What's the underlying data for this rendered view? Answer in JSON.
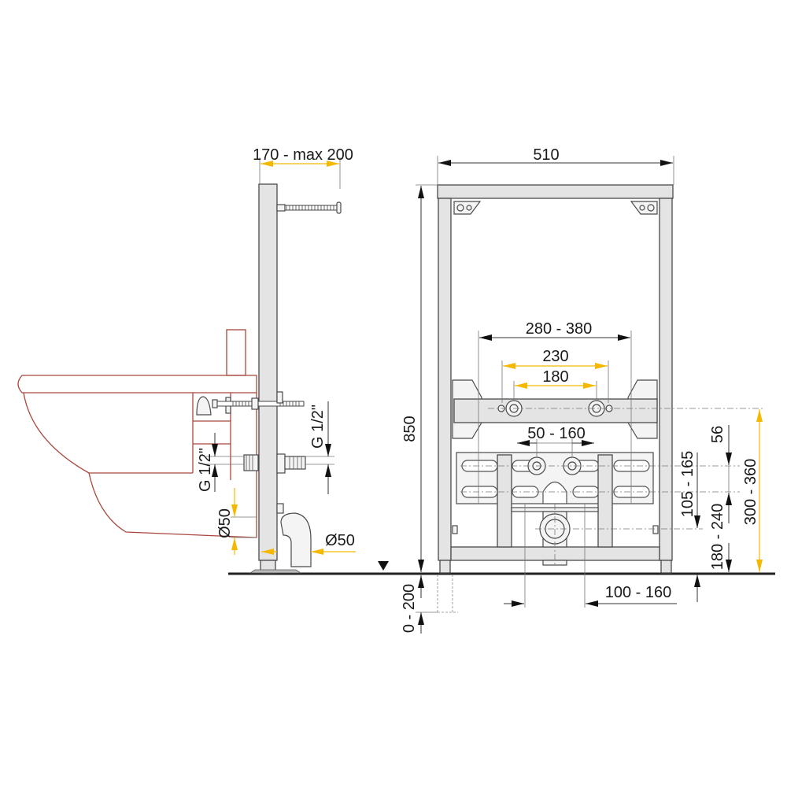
{
  "colors": {
    "accent_dimension": "#f5b800",
    "fixture_outline": "#a8473c",
    "frame_fill": "#e4e4e4"
  },
  "side_view": {
    "wall_distance": "170 - max 200",
    "supply_thread_left": "G 1/2\"",
    "supply_thread_right": "G 1/2\"",
    "drain_left": "Ø50",
    "drain_right": "Ø50"
  },
  "front_view": {
    "frame_width": "510",
    "frame_height": "850",
    "bolt_spacing_range": "280 - 380",
    "bolt_spacing_outer": "230",
    "bolt_spacing_inner": "180",
    "supply_spacing": "50 - 160",
    "supply_offset": "56",
    "drain_to_supply": "105 - 165",
    "drain_height": "180 - 240",
    "bolt_height": "300 - 360",
    "drain_lateral": "100 - 160",
    "foot_extension": "0 - 200"
  },
  "icons": [
    "floor-level-marker-icon"
  ]
}
